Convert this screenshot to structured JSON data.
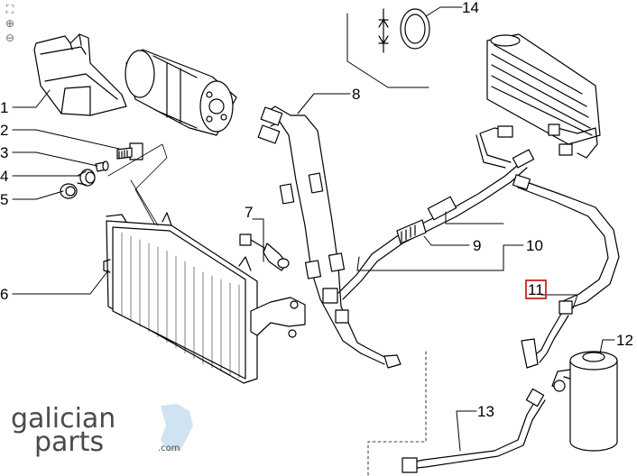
{
  "diagram": {
    "callouts": [
      {
        "id": "1",
        "label": "1"
      },
      {
        "id": "2",
        "label": "2"
      },
      {
        "id": "3",
        "label": "3"
      },
      {
        "id": "4",
        "label": "4"
      },
      {
        "id": "5",
        "label": "5"
      },
      {
        "id": "6",
        "label": "6"
      },
      {
        "id": "7",
        "label": "7"
      },
      {
        "id": "8",
        "label": "8"
      },
      {
        "id": "9",
        "label": "9"
      },
      {
        "id": "10",
        "label": "10"
      },
      {
        "id": "11",
        "label": "11",
        "highlighted": true
      },
      {
        "id": "12",
        "label": "12"
      },
      {
        "id": "13",
        "label": "13"
      },
      {
        "id": "14",
        "label": "14"
      }
    ],
    "highlight_color": "#cc2222"
  },
  "tools": {
    "fit_icon": "fit-to-window-icon",
    "zoom_in_icon": "zoom-in-icon",
    "zoom_out_icon": "zoom-out-icon"
  },
  "logo": {
    "line1": "galician",
    "line2": "parts",
    "suffix": ".com",
    "accent_color": "#cfe3f2"
  }
}
